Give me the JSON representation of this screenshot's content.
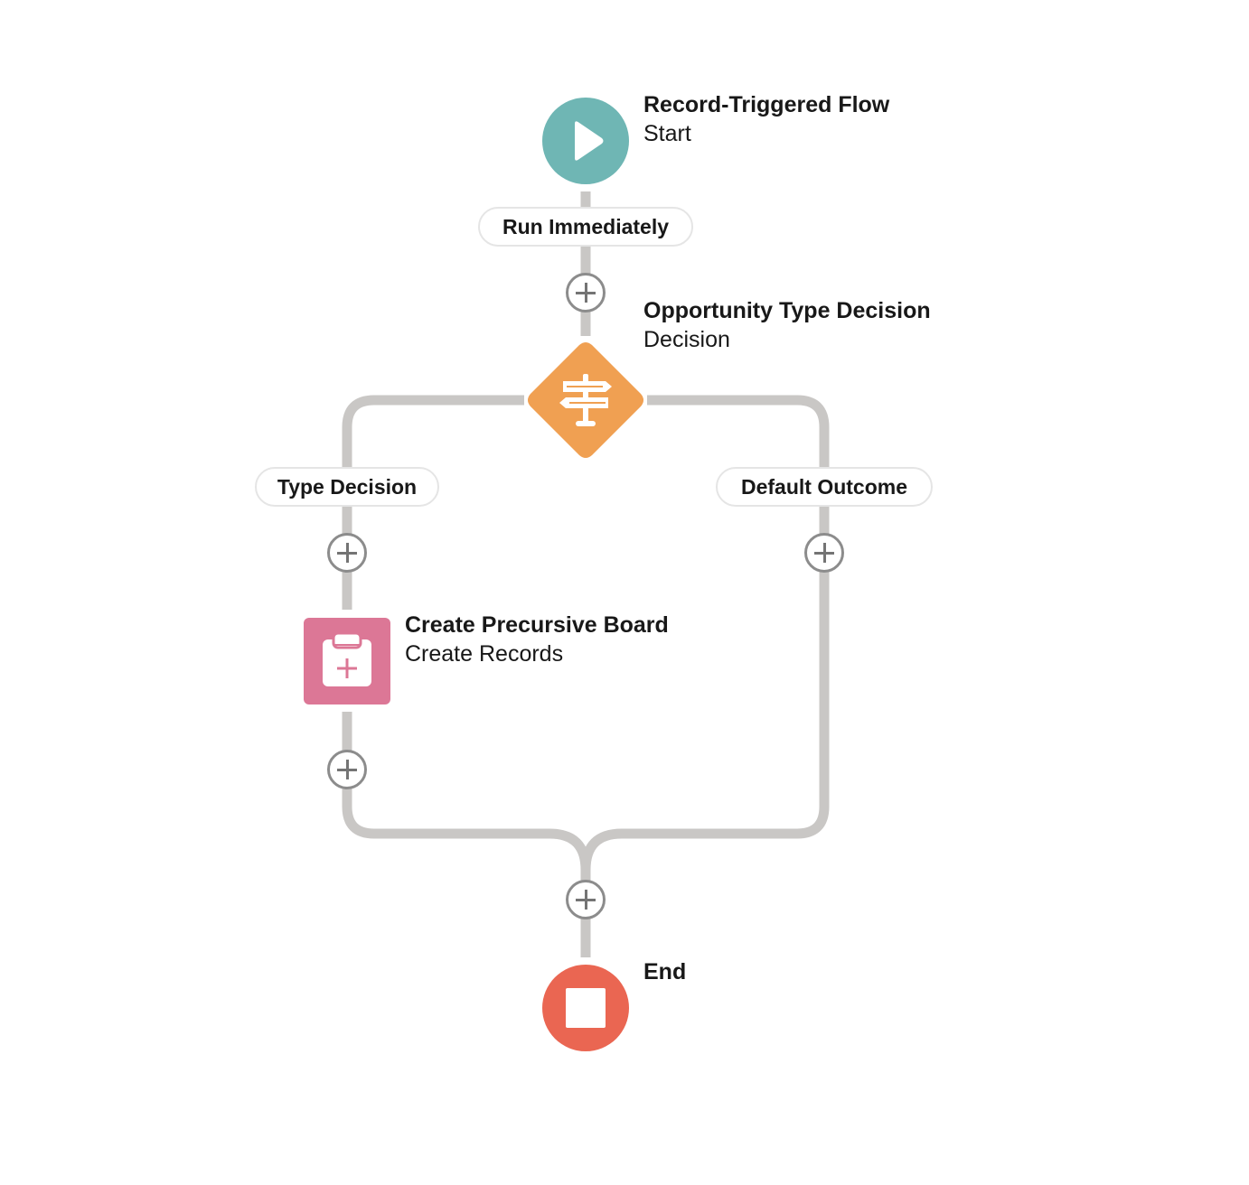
{
  "colors": {
    "connector": "#c9c7c5",
    "start_node": "#6fb6b4",
    "decision_node": "#f0a052",
    "create_records_node": "#dc7796",
    "end_node": "#ea6652",
    "add_button_border": "#8c8c8c"
  },
  "start": {
    "title": "Record-Triggered Flow",
    "type": "Start",
    "icon": "play-icon"
  },
  "start_path": {
    "label": "Run Immediately"
  },
  "decision": {
    "title": "Opportunity Type Decision",
    "type": "Decision",
    "icon": "signpost-icon",
    "outcomes": [
      {
        "label": "Type Decision"
      },
      {
        "label": "Default Outcome"
      }
    ]
  },
  "create_records": {
    "title": "Create Precursive Board",
    "type": "Create Records",
    "icon": "clipboard-add-icon"
  },
  "end": {
    "title": "End",
    "icon": "stop-icon"
  }
}
